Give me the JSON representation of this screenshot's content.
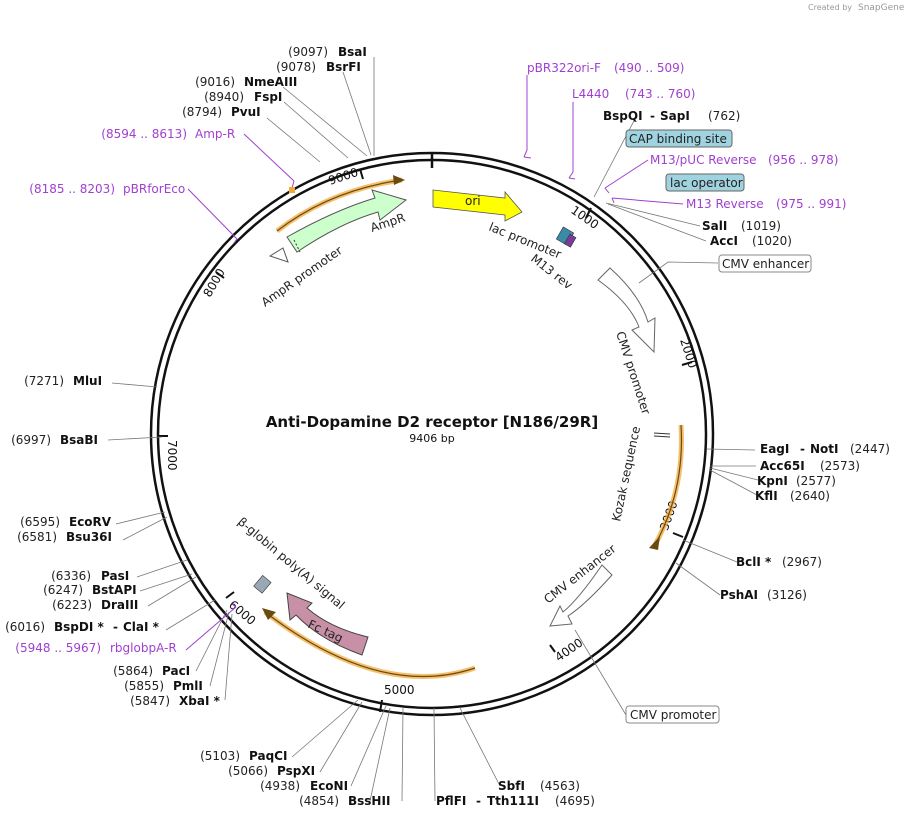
{
  "credit": {
    "prefix": "Created by",
    "brand": "SnapGene"
  },
  "title": "Anti-Dopamine D2 receptor [N186/29R]",
  "size": "9406 bp",
  "ticks": [
    "1000",
    "2000",
    "3000",
    "4000",
    "5000",
    "6000",
    "7000",
    "8000",
    "9000"
  ],
  "sites": {
    "bsai": {
      "pos": "(9097)",
      "name": "BsaI"
    },
    "bsrfi": {
      "pos": "(9078)",
      "name": "BsrFI"
    },
    "nmeaiii": {
      "pos": "(9016)",
      "name": "NmeAIII"
    },
    "fspi": {
      "pos": "(8940)",
      "name": "FspI"
    },
    "pvui": {
      "pos": "(8794)",
      "name": "PvuI"
    },
    "mlui": {
      "pos": "(7271)",
      "name": "MluI"
    },
    "bsabi": {
      "pos": "(6997)",
      "name": "BsaBI"
    },
    "ecorv": {
      "pos": "(6595)",
      "name": "EcoRV"
    },
    "bsu36i": {
      "pos": "(6581)",
      "name": "Bsu36I"
    },
    "pasi": {
      "pos": "(6336)",
      "name": "PasI"
    },
    "bstapi": {
      "pos": "(6247)",
      "name": "BstAPI"
    },
    "draiii": {
      "pos": "(6223)",
      "name": "DraIII"
    },
    "bspdi": {
      "pos": "(6016)",
      "name": "BspDI *",
      "name2": "ClaI *"
    },
    "paci": {
      "pos": "(5864)",
      "name": "PacI"
    },
    "pmli": {
      "pos": "(5855)",
      "name": "PmlI"
    },
    "xbai": {
      "pos": "(5847)",
      "name": "XbaI *"
    },
    "paqci": {
      "pos": "(5103)",
      "name": "PaqCI"
    },
    "pspxi": {
      "pos": "(5066)",
      "name": "PspXI"
    },
    "econi": {
      "pos": "(4938)",
      "name": "EcoNI"
    },
    "bsshii": {
      "pos": "(4854)",
      "name": "BssHII"
    },
    "pflfi": {
      "name": "PflFI",
      "name2": "Tth111I",
      "pos": "(4695)"
    },
    "sbfi": {
      "name": "SbfI",
      "pos": "(4563)"
    },
    "pshai": {
      "name": "PshAI",
      "pos": "(3126)"
    },
    "bcli": {
      "name": "BclI *",
      "pos": "(2967)"
    },
    "kfli": {
      "name": "KflI",
      "pos": "(2640)"
    },
    "kpni": {
      "name": "KpnI",
      "pos": "(2577)"
    },
    "acc65i": {
      "name": "Acc65I",
      "pos": "(2573)"
    },
    "eagi": {
      "name": "EagI",
      "name2": "NotI",
      "pos": "(2447)"
    },
    "acci": {
      "name": "AccI",
      "pos": "(1020)"
    },
    "sali": {
      "name": "SalI",
      "pos": "(1019)"
    },
    "bspqi": {
      "name": "BspQI",
      "name2": "SapI",
      "pos": "(762)"
    }
  },
  "primers": {
    "pbr322ori": {
      "name": "pBR322ori-F",
      "range": "(490 .. 509)"
    },
    "l4440": {
      "name": "L4440",
      "range": "(743 .. 760)"
    },
    "m13puc": {
      "name": "M13/pUC Reverse",
      "range": "(956 .. 978)"
    },
    "m13rev": {
      "name": "M13 Reverse",
      "range": "(975 .. 991)"
    },
    "ampr": {
      "range": "(8594 .. 8613)",
      "name": "Amp-R"
    },
    "pbrforeco": {
      "range": "(8185 .. 8203)",
      "name": "pBRforEco"
    },
    "rbglobpa": {
      "range": "(5948 .. 5967)",
      "name": "rbglobpA-R"
    }
  },
  "boxes": {
    "cap": "CAP binding site",
    "lacop": "lac operator",
    "cmvenh": "CMV enhancer",
    "cmvprom": "CMV promoter"
  },
  "features": {
    "ori": "ori",
    "lacpromoter": "lac promoter",
    "m13rev": "M13 rev",
    "cmvpromoter": "CMV promoter",
    "kozak": "Kozak sequence",
    "cmvenhancer": "CMV enhancer",
    "fctag": "Fc tag",
    "betaglobin": "β-globin poly(A) signal",
    "amppromoter": "AmpR promoter",
    "ampr": "AmpR"
  },
  "colors": {
    "ori": "#ffff00",
    "ampr": "#ccffcc",
    "fctag": "#c890a6",
    "primer": "#a040d0",
    "cap_box": "#9fd3df",
    "orange": "#f2a93b"
  }
}
